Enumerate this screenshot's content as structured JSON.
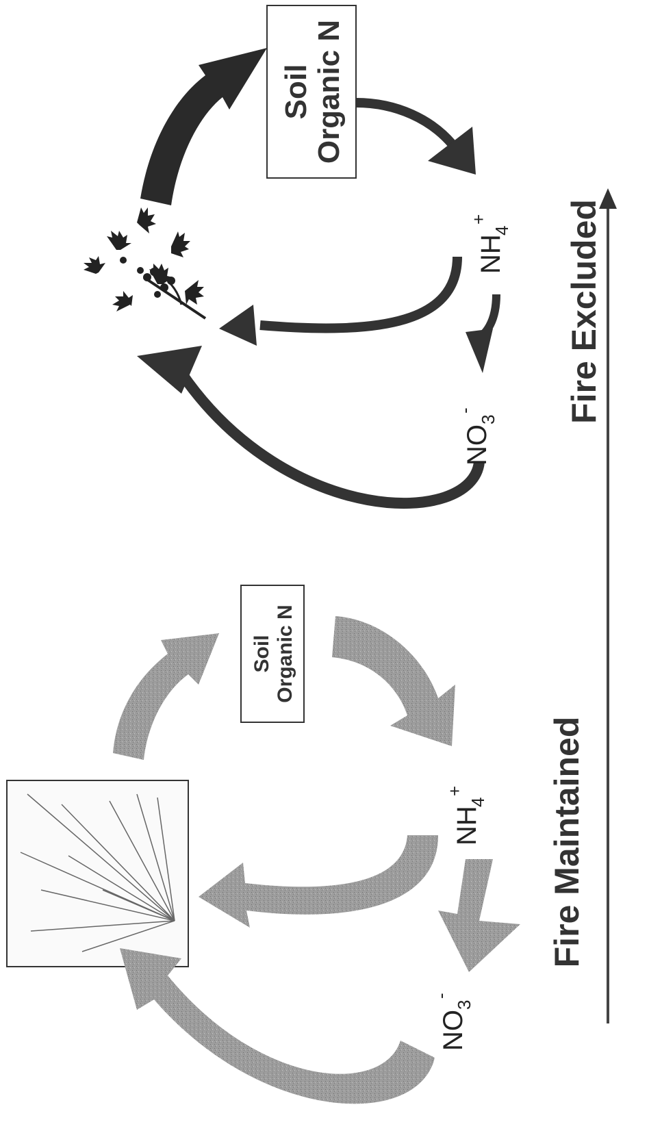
{
  "fire_excluded": {
    "label": "Fire Excluded",
    "box": {
      "line1": "Soil",
      "line2": "Organic N"
    },
    "ammonium": {
      "base": "NH",
      "sub": "4",
      "sup": "+"
    },
    "nitrate": {
      "base": "NO",
      "sub": "3",
      "sup": "-"
    },
    "plant_icon": "holly-icon"
  },
  "fire_maintained": {
    "label": "Fire Maintained",
    "box": {
      "line1": "Soil",
      "line2": "Organic N"
    },
    "ammonium": {
      "base": "NH",
      "sub": "4",
      "sup": "+"
    },
    "nitrate": {
      "base": "NO",
      "sub": "3",
      "sup": "-"
    },
    "plant_icon": "grass-icon"
  },
  "colors": {
    "dark_arrow": "#333333",
    "light_arrow": "#9a9a9a",
    "text": "#333333"
  }
}
